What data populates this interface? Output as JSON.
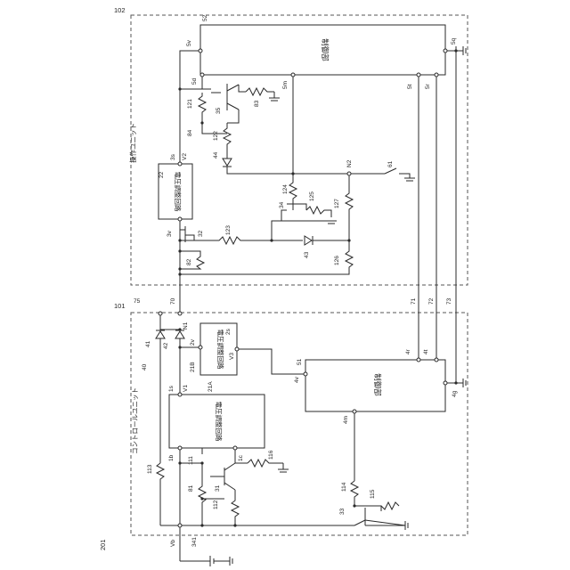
{
  "units": {
    "control": {
      "ref": "101",
      "title": "コントロールユニット"
    },
    "operation": {
      "ref": "102",
      "title": "操作ユニット"
    },
    "system": {
      "ref": "201"
    }
  },
  "blocks": {
    "ctrl_main": {
      "label": "制御部",
      "ref": "51"
    },
    "op_main": {
      "label": "制御部",
      "ref": "52"
    },
    "reg_21A": {
      "label": "電圧調整回路",
      "ref": "21A"
    },
    "reg_21B": {
      "label": "電圧調整回路",
      "ref": "21B"
    },
    "reg_22": {
      "label": "電圧調整回路",
      "ref": "22"
    }
  },
  "labels": {
    "l_102": "102",
    "l_101": "101",
    "l_201": "201",
    "l_52": "52",
    "l_5v": "5v",
    "l_5q": "5q",
    "l_5d": "5d",
    "l_5m": "5m",
    "l_5t": "5t",
    "l_5r": "5r",
    "l_121": "121",
    "l_35": "35",
    "l_83": "83",
    "l_84": "84",
    "l_122": "122",
    "l_44": "44",
    "l_3s": "3s",
    "l_V2": "V2",
    "l_22": "22",
    "l_N2": "N2",
    "l_61": "61",
    "l_124": "124",
    "l_125": "125",
    "l_34": "34",
    "l_127": "127",
    "l_3v": "3v",
    "l_32": "32",
    "l_123": "123",
    "l_43": "43",
    "l_82": "82",
    "l_126": "126",
    "l_75": "75",
    "l_70": "70",
    "l_71": "71",
    "l_72": "72",
    "l_73": "73",
    "l_41": "41",
    "l_42": "42",
    "l_N1": "N1",
    "l_40": "40",
    "l_2v": "2v",
    "l_2s": "2s",
    "l_21B": "21B",
    "l_V3": "V3",
    "l_51": "51",
    "l_4v": "4v",
    "l_4r": "4r",
    "l_4t": "4t",
    "l_4g": "4g",
    "l_1s": "1s",
    "l_V1": "V1",
    "l_21A": "21A",
    "l_4m": "4m",
    "l_1b": "1b",
    "l_1c": "1c",
    "l_111": "111",
    "l_116": "116",
    "l_113": "113",
    "l_81": "81",
    "l_31": "31",
    "l_112": "112",
    "l_114": "114",
    "l_115": "115",
    "l_33": "33",
    "l_Vb": "Vb",
    "l_341": "341"
  },
  "colors": {
    "line": "#2a2a2a",
    "background": "#ffffff"
  }
}
